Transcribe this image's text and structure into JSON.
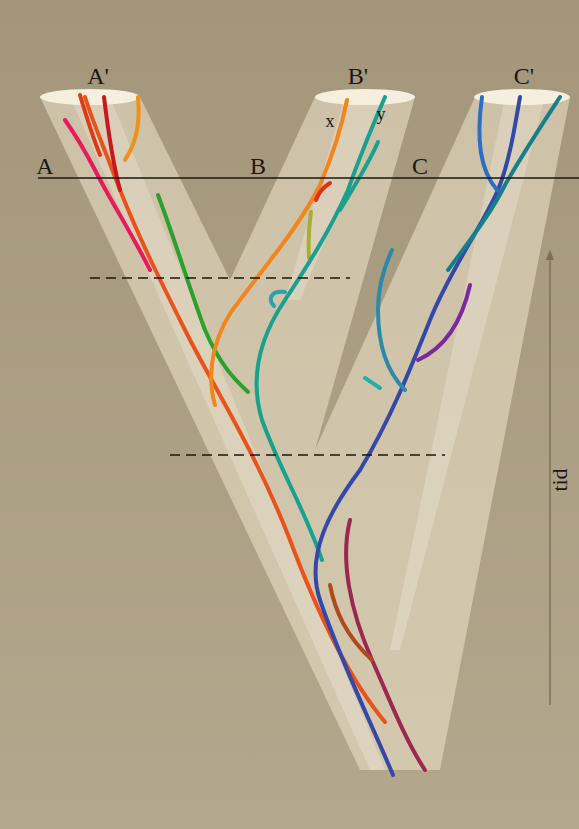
{
  "diagram": {
    "labels": [
      "A'",
      "B'",
      "C'",
      "x",
      "y",
      "A",
      "B",
      "C",
      "tid"
    ]
  }
}
